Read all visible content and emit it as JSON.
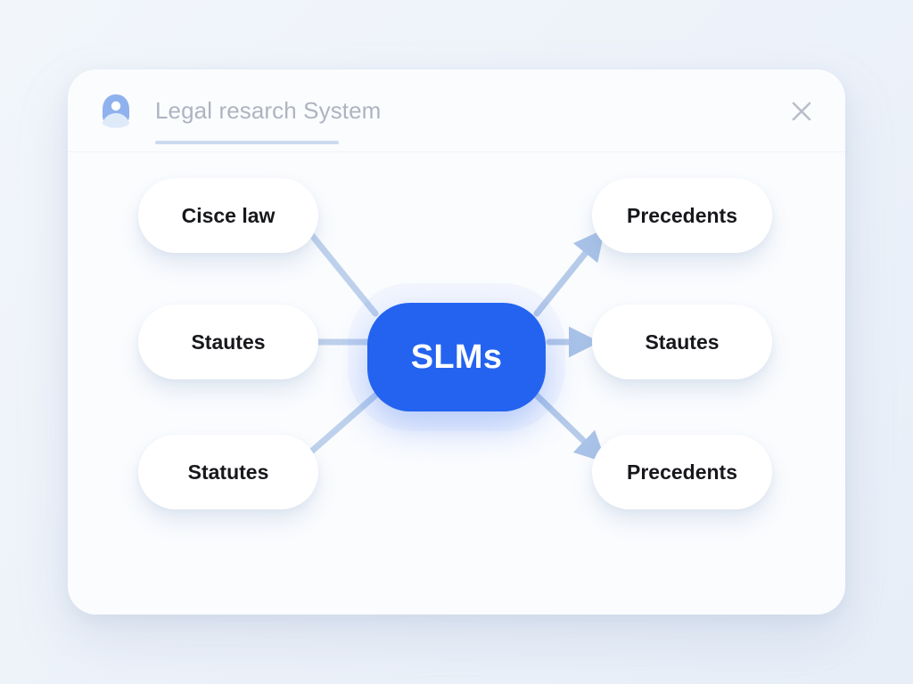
{
  "window": {
    "title": "Legal resarch System",
    "avatar_icon": "user-avatar-icon",
    "close_icon": "close-x-icon"
  },
  "colors": {
    "center_node": "#2463F0",
    "center_node_text": "#FFFFFF",
    "leaf_node": "#FFFFFF",
    "leaf_node_text": "#17181C",
    "edge": "#AEC4E8",
    "title_text": "#AEB4C0",
    "card_bg": "#FBFCFE",
    "page_bg": "#EEF3FA",
    "title_underline": "#CCDAEE",
    "avatar_primary": "#8FB1EE",
    "avatar_secondary": "#DCE8FA"
  },
  "diagram": {
    "type": "mind-map",
    "center_node": {
      "id": "center",
      "label": "SLMs"
    },
    "left_nodes": [
      {
        "id": "l1",
        "label": "Cisce law"
      },
      {
        "id": "l2",
        "label": "Stautes"
      },
      {
        "id": "l3",
        "label": "Statutes"
      }
    ],
    "right_nodes": [
      {
        "id": "r1",
        "label": "Precedents"
      },
      {
        "id": "r2",
        "label": "Stautes"
      },
      {
        "id": "r3",
        "label": "Precedents"
      }
    ],
    "edges": [
      {
        "from": "l1",
        "to": "center",
        "arrow": false,
        "direction": "down-right"
      },
      {
        "from": "l2",
        "to": "center",
        "arrow": false,
        "direction": "right"
      },
      {
        "from": "l3",
        "to": "center",
        "arrow": false,
        "direction": "up-right"
      },
      {
        "from": "center",
        "to": "r1",
        "arrow": true,
        "direction": "up-right"
      },
      {
        "from": "center",
        "to": "r2",
        "arrow": true,
        "direction": "right"
      },
      {
        "from": "center",
        "to": "r3",
        "arrow": true,
        "direction": "down-right"
      }
    ]
  }
}
